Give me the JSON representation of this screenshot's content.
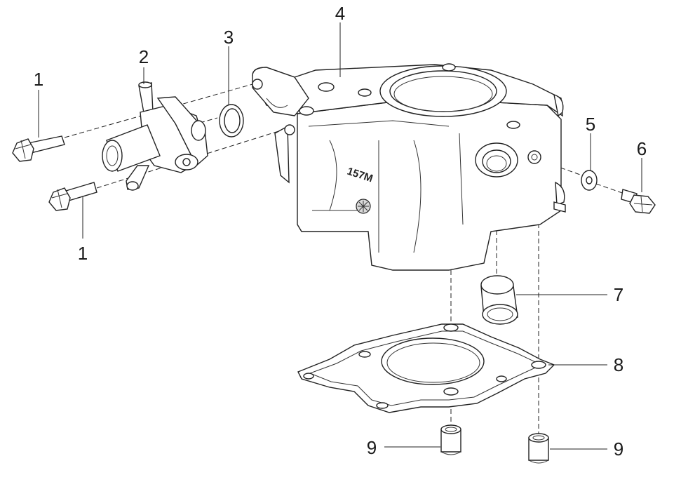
{
  "embossed_text": "157M",
  "callouts": [
    {
      "id": "c1a",
      "label": "1"
    },
    {
      "id": "c1b",
      "label": "1"
    },
    {
      "id": "c2",
      "label": "2"
    },
    {
      "id": "c3",
      "label": "3"
    },
    {
      "id": "c4",
      "label": "4"
    },
    {
      "id": "c5",
      "label": "5"
    },
    {
      "id": "c6",
      "label": "6"
    },
    {
      "id": "c7",
      "label": "7"
    },
    {
      "id": "c8",
      "label": "8"
    },
    {
      "id": "c9a",
      "label": "9"
    },
    {
      "id": "c9b",
      "label": "9"
    }
  ]
}
